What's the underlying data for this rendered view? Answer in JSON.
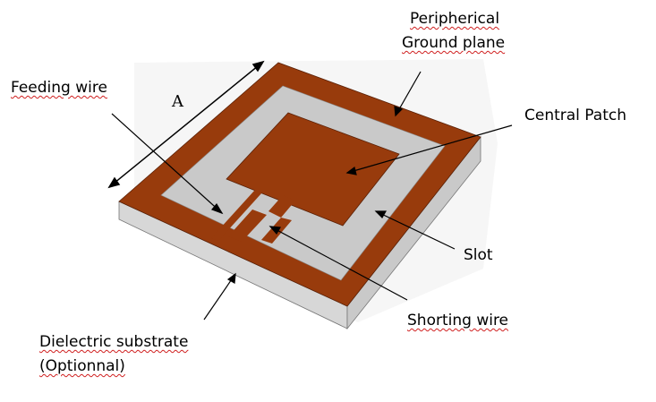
{
  "labels": {
    "peripheral_line1": "Peripherical",
    "peripheral_line2": "Ground plane",
    "feeding_wire": "Feeding wire",
    "central_patch": "Central Patch",
    "slot": "Slot",
    "shorting_wire": "Shorting wire",
    "dielectric_line1": "Dielectric substrate",
    "dielectric_line2": "(Optionnal)",
    "dimension": "A"
  },
  "colors": {
    "copper": "#983b0c",
    "slot_gray": "#c8c8c8",
    "substrate_side": "#d4d4d4",
    "substrate_front": "#e6e6e6",
    "line": "#000000"
  }
}
